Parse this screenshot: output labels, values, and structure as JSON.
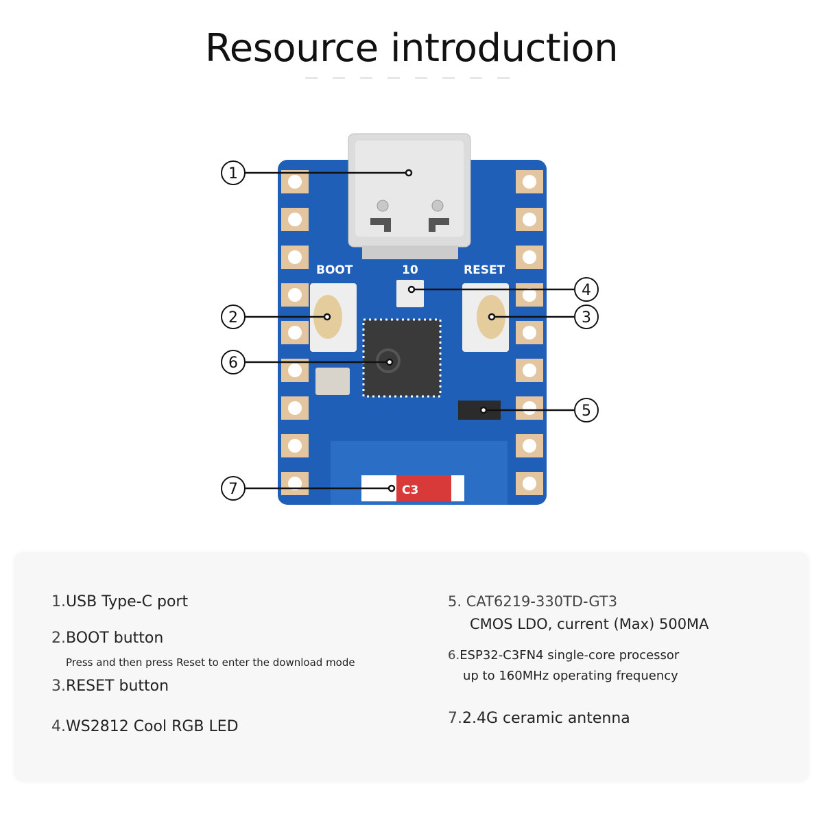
{
  "title": "Resource introduction",
  "board": {
    "silkscreen": {
      "boot": "BOOT",
      "led_pin": "10",
      "reset": "RESET",
      "antenna_mark": "C3"
    },
    "callouts": [
      "1",
      "2",
      "3",
      "4",
      "5",
      "6",
      "7"
    ],
    "colors": {
      "pcb": "#1f5fb8",
      "pad": "#e3c6a0",
      "connector": "#d9d9d9",
      "chip": "#3a3a3a",
      "antenna": "#d83a3a"
    }
  },
  "legend": {
    "items": [
      {
        "num": "1.",
        "label": "USB Type-C port"
      },
      {
        "num": "2.",
        "label": "BOOT button",
        "note": "Press and then press Reset to enter the download mode"
      },
      {
        "num": "3.",
        "label": "RESET button"
      },
      {
        "num": "4.",
        "label": "WS2812 Cool RGB LED"
      },
      {
        "num": "5.",
        "label": "CAT6219-330TD-GT3",
        "note": "CMOS LDO, current (Max) 500MA"
      },
      {
        "num": "6.",
        "label": "ESP32-C3FN4 single-core processor",
        "note": "up to 160MHz operating frequency"
      },
      {
        "num": "7.",
        "label": "2.4G ceramic antenna"
      }
    ]
  }
}
